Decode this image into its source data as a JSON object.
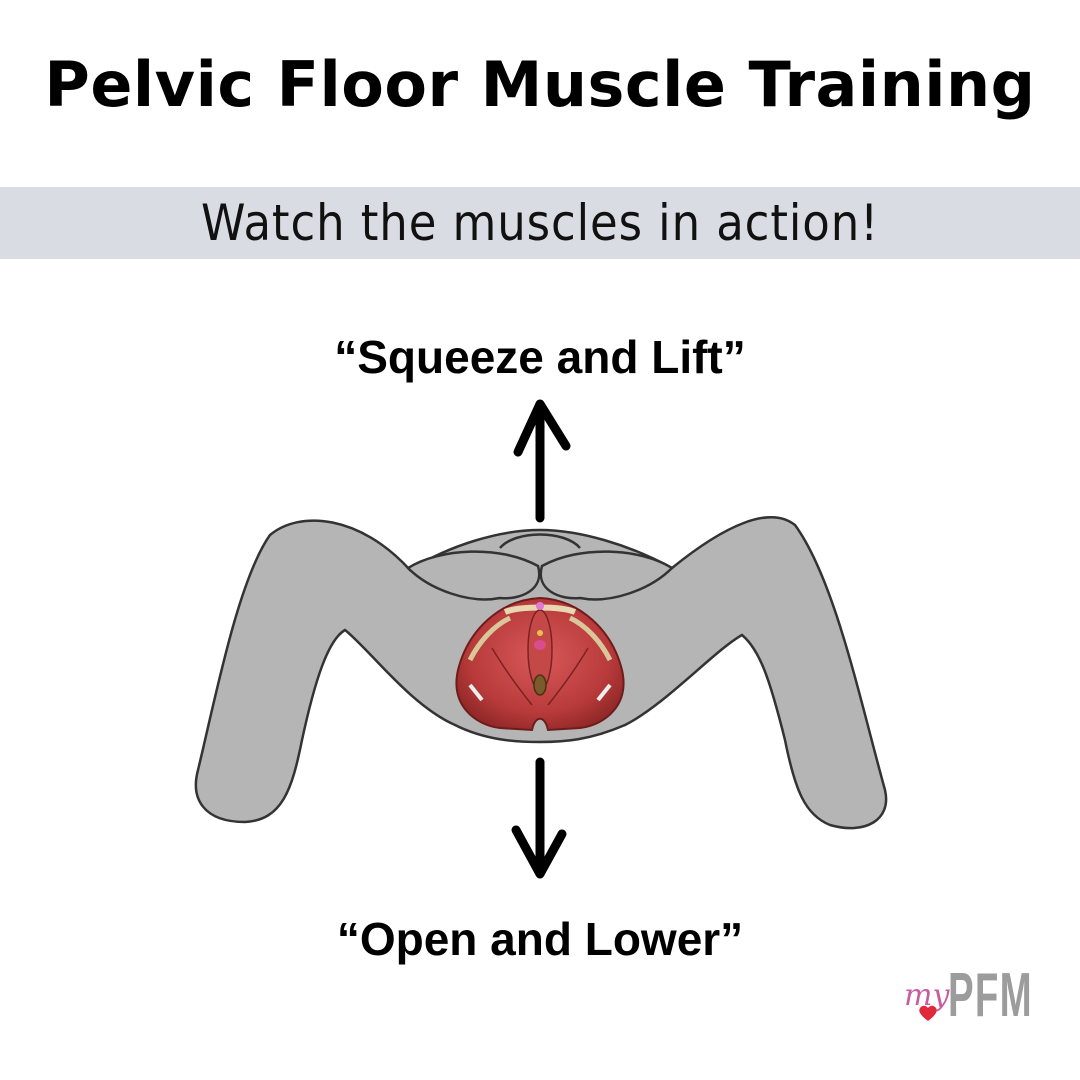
{
  "title": "Pelvic Floor Muscle Training",
  "banner": "Watch the muscles in action!",
  "cue_up": "“Squeeze and Lift”",
  "cue_down": "“Open and Lower”",
  "logo": {
    "prefix": "my",
    "name": "PFM"
  },
  "colors": {
    "banner": "#d9dde3",
    "pelvis": "#b5b5b5",
    "outline": "#333333",
    "muscle": "#b83a3a",
    "logo_pink": "#c95ba0",
    "logo_heart": "#e02a3c",
    "logo_grey": "#9c9c9c"
  },
  "icons": [
    "arrow-up-icon",
    "arrow-down-icon",
    "heart-icon"
  ]
}
